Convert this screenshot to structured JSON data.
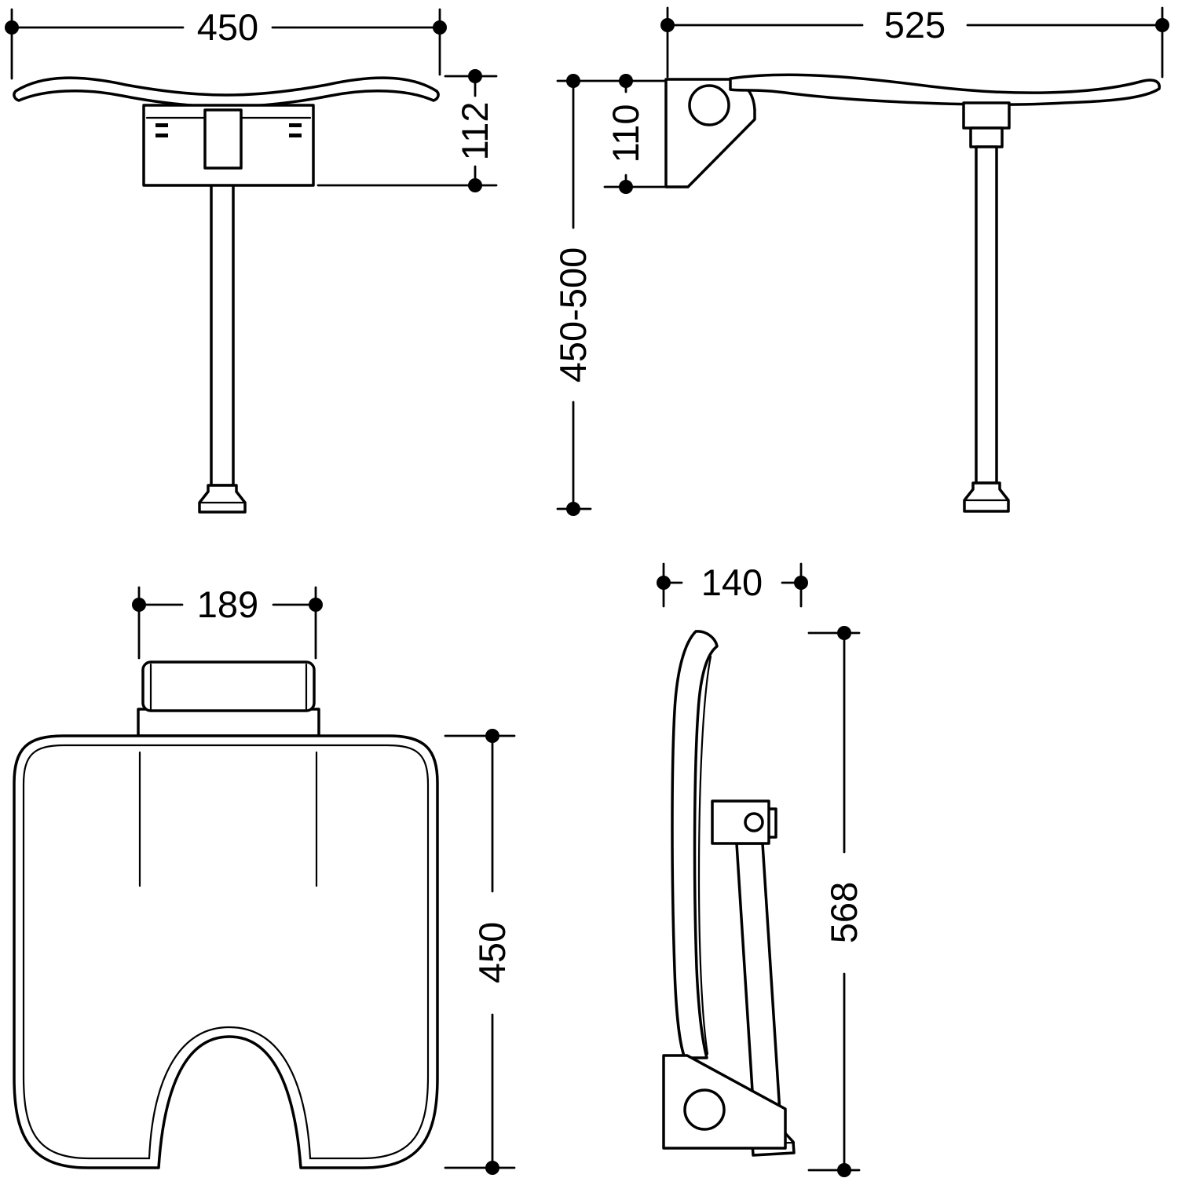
{
  "colors": {
    "line": "#000000",
    "background": "#ffffff"
  },
  "dims": {
    "front_width": "450",
    "front_bracket_height": "112",
    "side_depth": "525",
    "side_bracket_height": "110",
    "side_mount_height": "450-500",
    "plan_bracket_width": "189",
    "plan_seat_depth": "450",
    "folded_depth": "140",
    "folded_height": "568"
  }
}
